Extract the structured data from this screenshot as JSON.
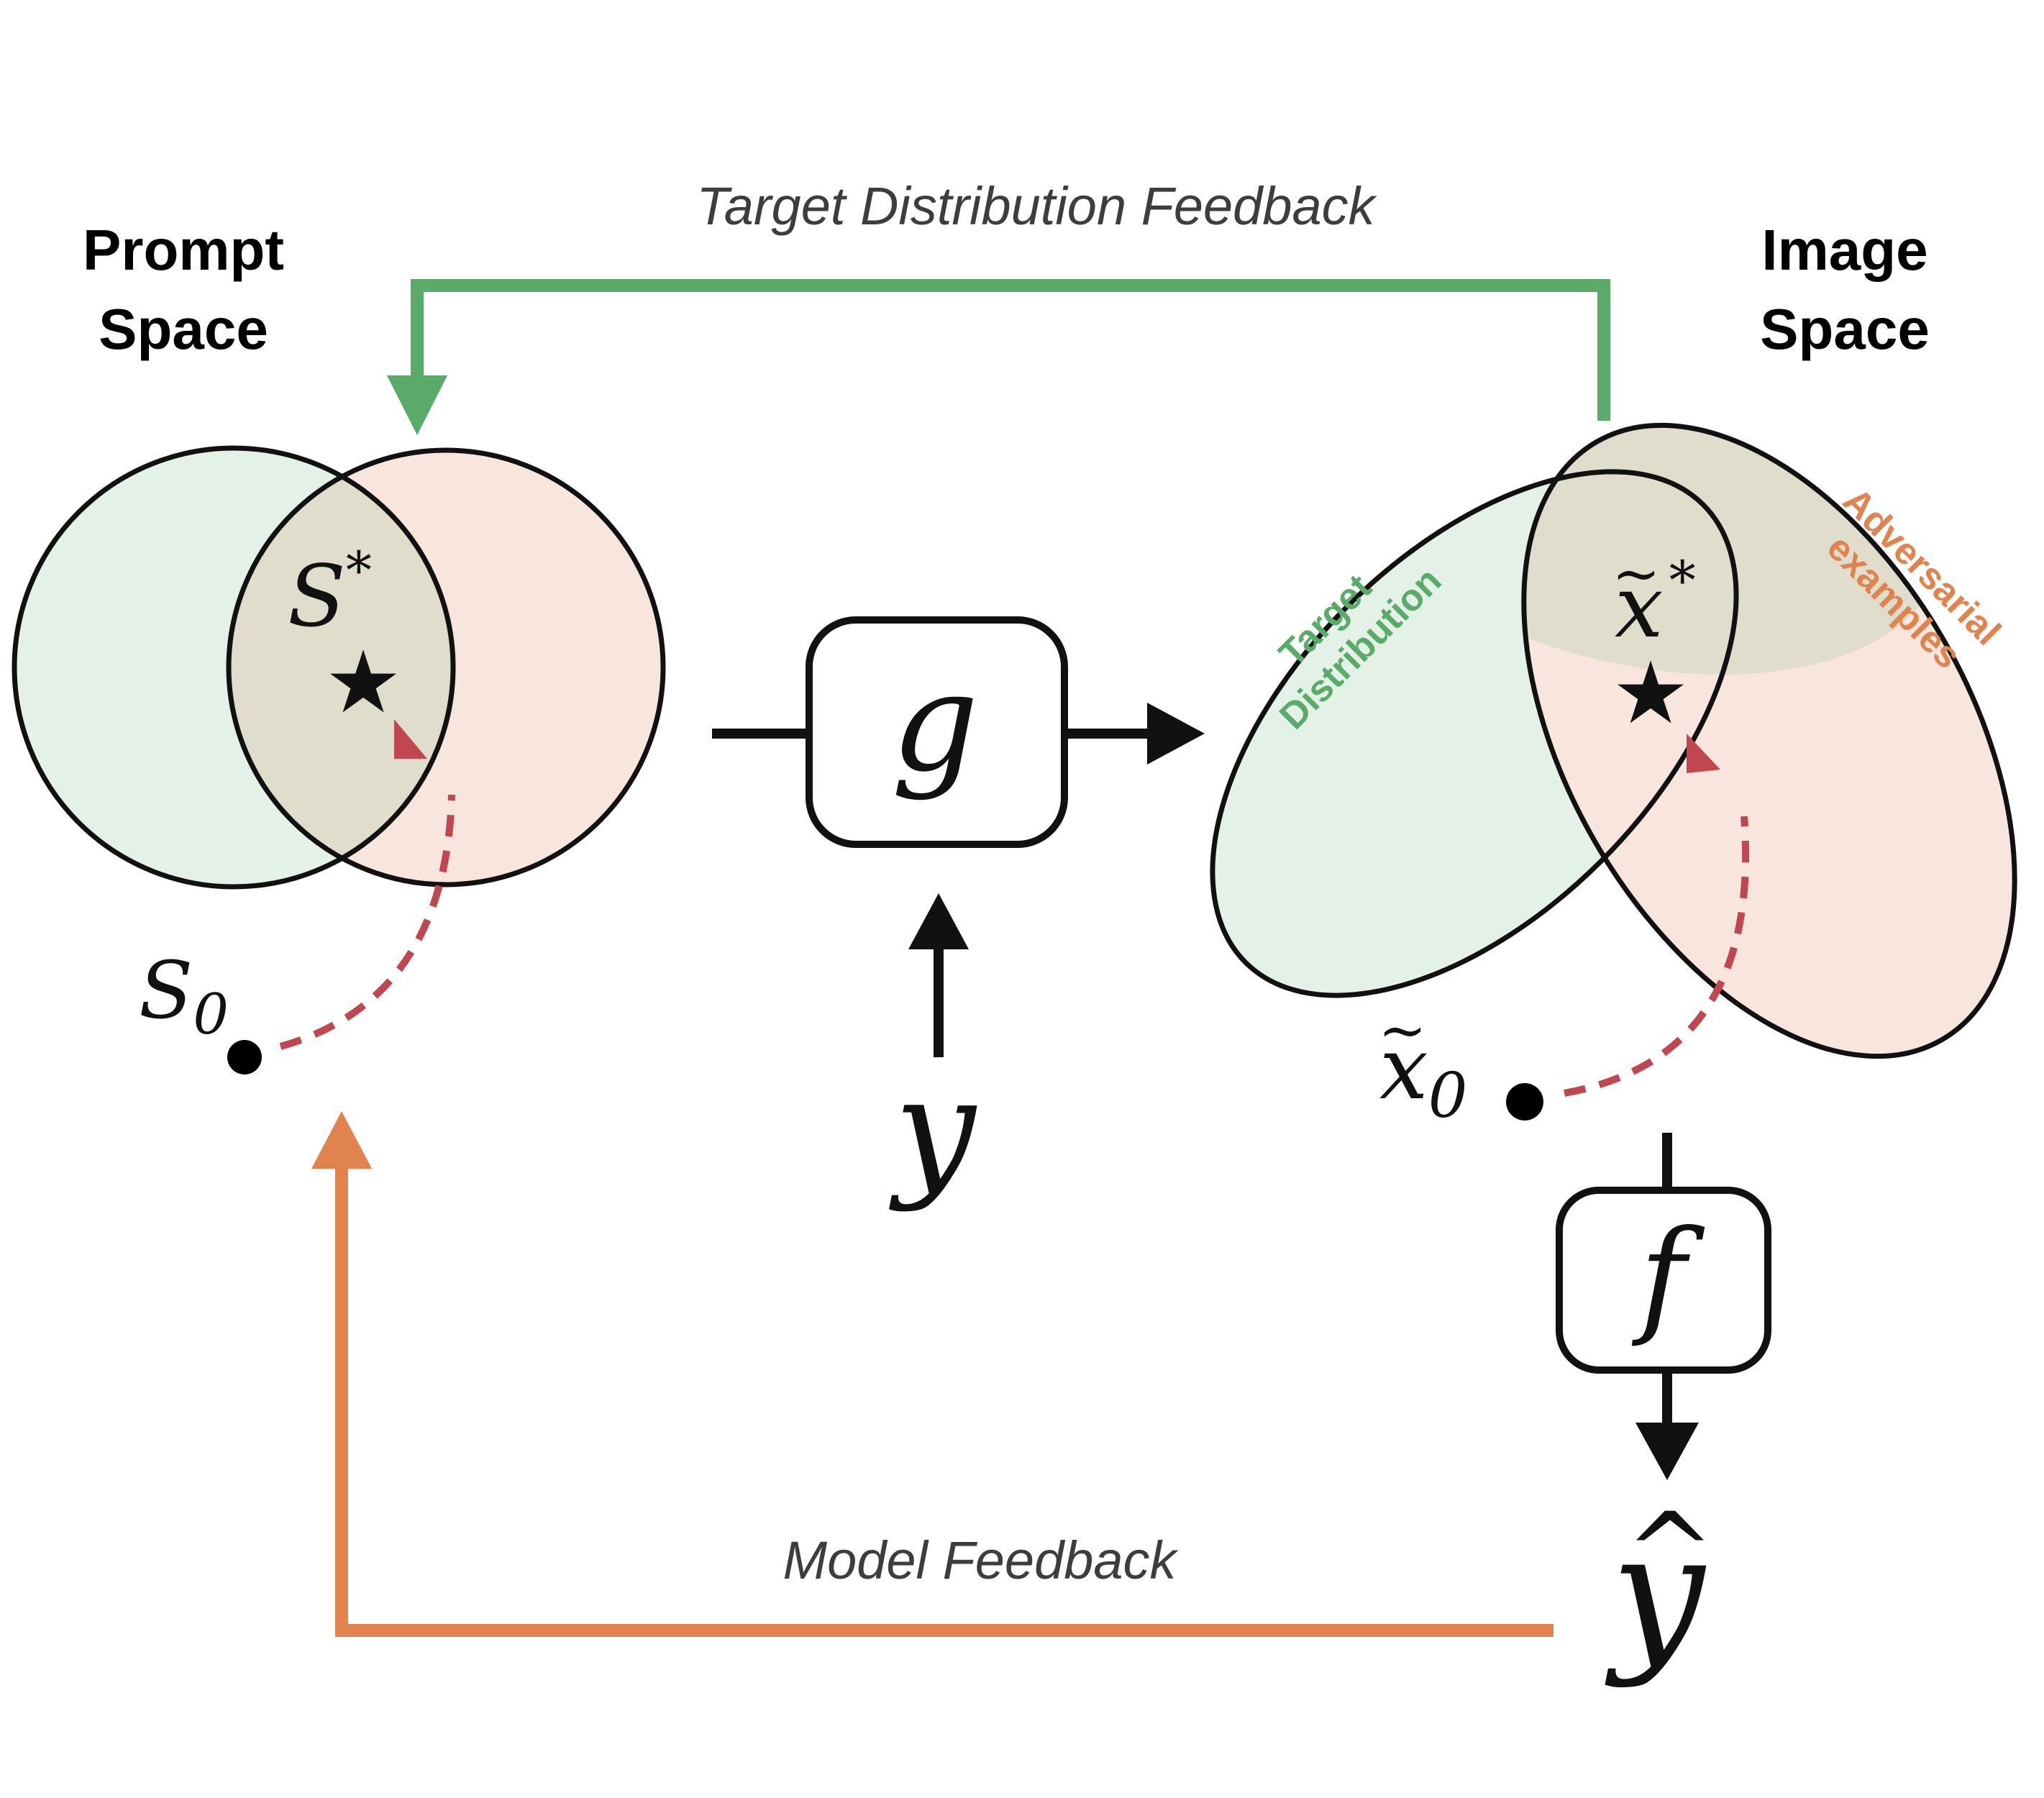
{
  "prompt_space": {
    "title_line1": "Prompt",
    "title_line2": "Space",
    "optimal_label": "S",
    "optimal_sup": "*",
    "start_label": "S",
    "start_sub": "0"
  },
  "image_space": {
    "title_line1": "Image",
    "title_line2": "Space",
    "target_dist_line1": "Target",
    "target_dist_line2": "Distribution",
    "adversarial_line1": "Adversarial",
    "adversarial_line2": "examples",
    "optimal_label": "x",
    "optimal_tilde": "~",
    "optimal_sup": "*",
    "start_label": "x",
    "start_tilde": "~",
    "start_sub": "0"
  },
  "generator": {
    "label": "g",
    "input_label": "y"
  },
  "classifier": {
    "label": "f",
    "output_label": "y",
    "output_hat": "^"
  },
  "feedback": {
    "target": "Target Distribution Feedback",
    "model": "Model Feedback"
  },
  "colors": {
    "green": "#5aaa6a",
    "orange": "#e0834f",
    "red_dashed": "#c0474f",
    "green_fill": "#e3f1e6",
    "orange_fill": "#f8e6de",
    "overlap_fill": "#e0ddcd",
    "stroke": "#111111",
    "caption_gray": "#3d3d3d"
  }
}
